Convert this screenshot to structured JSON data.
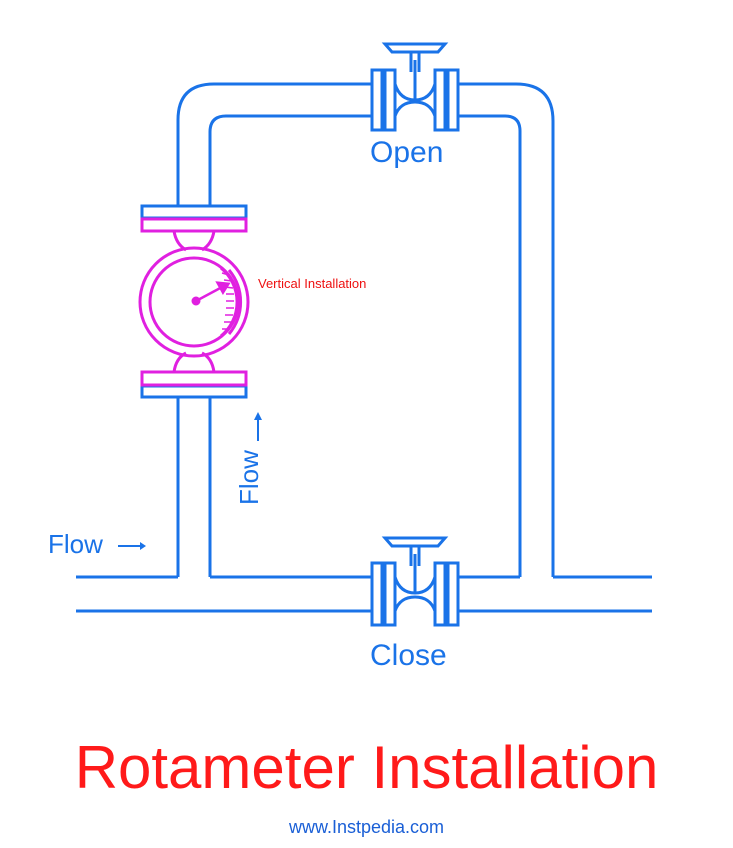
{
  "labels": {
    "open": "Open",
    "close": "Close",
    "flow_horizontal": "Flow",
    "flow_vertical": "Flow",
    "installation": "Vertical Installation"
  },
  "title": "Rotameter Installation",
  "website": "www.Instpedia.com",
  "colors": {
    "pipe": "#1a73e8",
    "rotameter": "#e020e0",
    "title": "#ff1a1a",
    "annotation": "#ee1111"
  }
}
